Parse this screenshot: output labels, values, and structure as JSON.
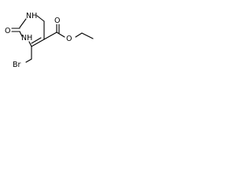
{
  "molecule": {
    "atoms": {
      "n_top": "NH",
      "n_left": "NH",
      "o_carbonyl": "O",
      "o_ester_carbonyl": "O",
      "o_ester": "O",
      "br": "Br"
    },
    "colors": {
      "background": "#ffffff",
      "bond": "#000000",
      "label": "#000000"
    }
  }
}
